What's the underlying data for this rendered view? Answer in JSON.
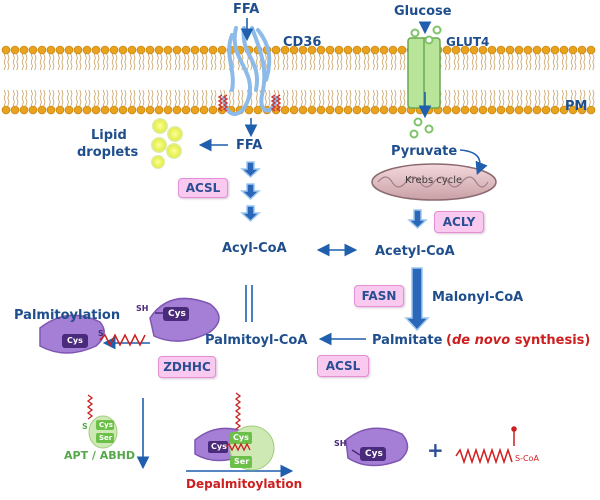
{
  "labels": {
    "ffa_top": "FFA",
    "cd36": "CD36",
    "glucose": "Glucose",
    "glut4": "GLUT4",
    "pm": "PM",
    "lipid_droplets_line1": "Lipid",
    "lipid_droplets_line2": "droplets",
    "ffa_cyto": "FFA",
    "pyruvate": "Pyruvate",
    "krebs_cycle": "Krebs cycle",
    "acyl_coa": "Acyl-CoA",
    "acetyl_coa": "Acetyl-CoA",
    "malonyl_coa": "Malonyl-CoA",
    "palmitoylation": "Palmitoylation",
    "palmitoyl_coa": "Palmitoyl-CoA",
    "palmitate": "Palmitate",
    "de_novo_open": "(",
    "de_novo_italic": "de novo",
    "de_novo_rest": " synthesis)",
    "apt_abhd": "APT / ABHD",
    "depalmitoylation": "Depalmitoylation",
    "plus": "+",
    "s_coa": "S-CoA",
    "sh_1": "SH",
    "sh_2": "SH",
    "s_1": "S",
    "s_2": "S",
    "cys_1": "Cys",
    "cys_2": "Cys",
    "cys_3": "Cys",
    "cys_4": "Cys",
    "cys_5": "Cys",
    "cys_6": "Cys",
    "ser_1": "Ser",
    "ser_2": "Ser"
  },
  "enzymes": {
    "acsl_top": "ACSL",
    "acly": "ACLY",
    "fasn": "FASN",
    "zdhhc": "ZDHHC",
    "acsl_bottom": "ACSL"
  },
  "colors": {
    "text_blue": "#1f4e8c",
    "arrow_blue": "#1f5fae",
    "enzyme_fill": "#f9c9ef",
    "protein_purple": "#9b6bc9",
    "cys_dark": "#4a2a7a",
    "red_chain": "#cc1f1f",
    "green_text": "#55a84a",
    "membrane_head": "#e8a21c",
    "cd36_blue": "#9cc6ef"
  }
}
